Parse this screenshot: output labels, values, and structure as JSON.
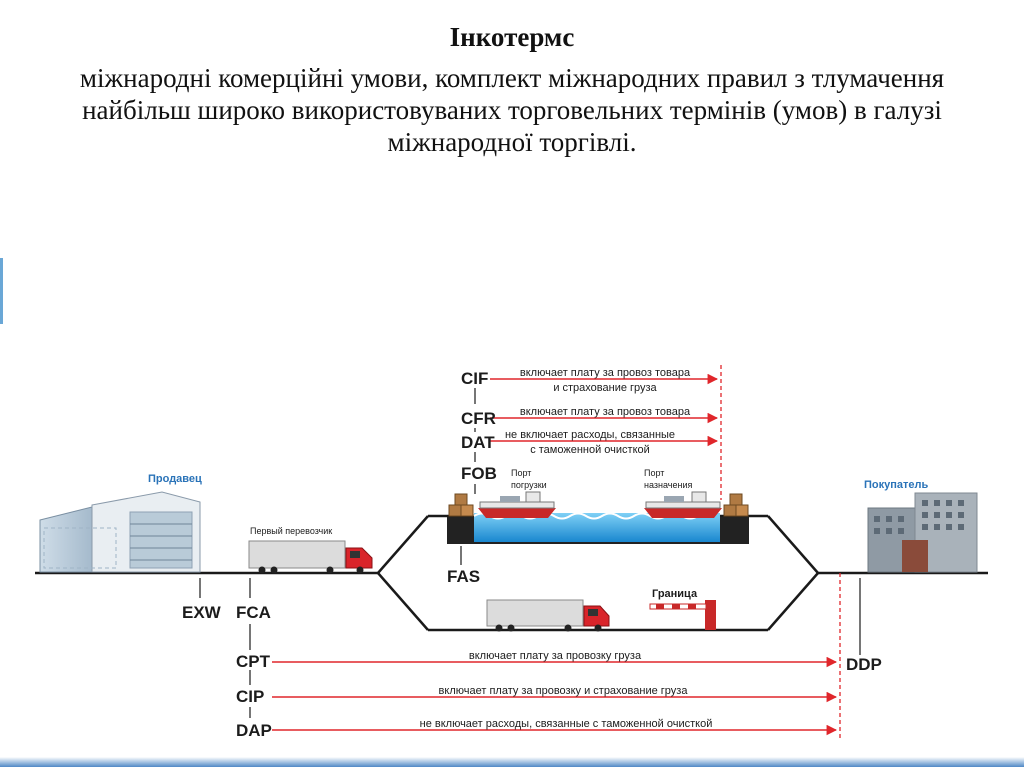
{
  "slide": {
    "title": "Інкотермс",
    "body": "міжнародні комерційні умови, комплект міжнародних правил з тлумачення найбільш широко використовуваних торговельних термінів (умов) в галузі міжнародної торгівлі."
  },
  "parties": {
    "seller": "Продавец",
    "buyer": "Покупатель"
  },
  "labels": {
    "first_carrier": "Первый перевозчик",
    "port_loading": [
      "Порт",
      "погрузки"
    ],
    "port_destination": [
      "Порт",
      "назначения"
    ],
    "border": "Граница"
  },
  "terms": {
    "exw": "EXW",
    "fca": "FCA",
    "fas": "FAS",
    "fob": "FOB",
    "dat": "DAT",
    "cfr": "CFR",
    "cif": "CIF",
    "cpt": "CPT",
    "cip": "CIP",
    "dap": "DAP",
    "ddp": "DDP"
  },
  "notes": {
    "cif": [
      "включает плату за провоз товара",
      "и страхование груза"
    ],
    "cfr": "включает плату за провоз товара",
    "dat": [
      "не включает расходы, связанные",
      "с таможенной очисткой"
    ],
    "cpt": "включает плату за провозку груза",
    "cip": "включает плату за провозку и страхование груза",
    "dap": "не включает расходы, связанные с таможенной очисткой"
  },
  "colors": {
    "arrow": "#e0262b",
    "water": "#1e9de0",
    "ship_hull_top": "#c82828",
    "party_label": "#2a73b8",
    "accent": "#4f88c6"
  }
}
